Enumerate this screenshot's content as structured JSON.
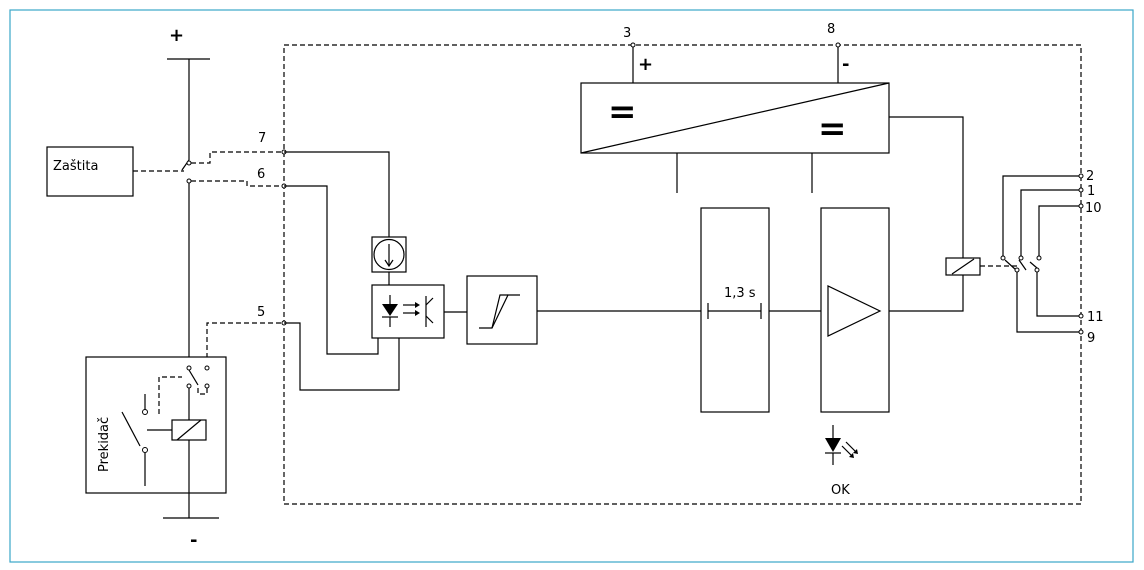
{
  "colors": {
    "frame": "#3aa6c9",
    "line": "#000000",
    "background": "#ffffff"
  },
  "supply": {
    "plus": "+",
    "minus": "-"
  },
  "terminals": {
    "t3": "3",
    "t8": "8",
    "t7": "7",
    "t6": "6",
    "t5": "5",
    "t2": "2",
    "t1": "1",
    "t10": "10",
    "t11": "11",
    "t9": "9"
  },
  "converter": {
    "plus": "+",
    "minus": "-",
    "in_symbol": "=",
    "out_symbol": "="
  },
  "protection_label": "Zaštita",
  "breaker_label": "Prekidač",
  "timer_label": "1,3 s",
  "led_label": "OK",
  "icons": [
    "current-source-icon",
    "optocoupler-icon",
    "schmitt-trigger-icon",
    "timer-icon",
    "amplifier-icon",
    "relay-coil-icon",
    "led-icon",
    "switch-contact-icon",
    "terminal-icon"
  ]
}
